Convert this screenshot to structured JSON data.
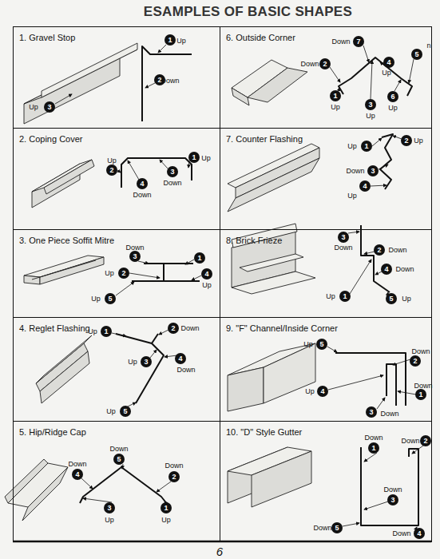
{
  "diagram": {
    "title": "ESAMPLES OF BASIC SHAPES",
    "nodes": [
      {
        "text": [
          "1. Gravel Stop"
        ]
      },
      {
        "text": [
          "2. Coping Cover"
        ]
      },
      {
        "text": [
          "3. One Piece Soffit Mitre"
        ]
      },
      {
        "text": [
          "4. Reglet Flashing"
        ]
      },
      {
        "text": [
          "5. Hip/Ridge Cap"
        ]
      },
      {
        "text": [
          "6. Outside Corner"
        ]
      },
      {
        "text": [
          "7. Counter Flashing"
        ]
      },
      {
        "text": [
          "8. Brick Frieze"
        ]
      },
      {
        "text": [
          "9. \"F\" Channel/Inside Corner"
        ]
      },
      {
        "text": [
          "10. \"D\" Style Gutter"
        ]
      },
      {
        "text": [
          "1"
        ],
        "in": 0
      },
      {
        "text": [
          "2"
        ],
        "in": 0
      },
      {
        "text": [
          "3"
        ],
        "in": 0
      },
      {
        "text": [
          "1"
        ],
        "in": 1
      },
      {
        "text": [
          "2"
        ],
        "in": 1
      },
      {
        "text": [
          "3"
        ],
        "in": 1
      },
      {
        "text": [
          "4"
        ],
        "in": 1
      },
      {
        "text": [
          "1"
        ],
        "in": 2
      },
      {
        "text": [
          "2"
        ],
        "in": 2
      },
      {
        "text": [
          "3"
        ],
        "in": 2
      },
      {
        "text": [
          "4"
        ],
        "in": 2
      },
      {
        "text": [
          "5"
        ],
        "in": 2
      },
      {
        "text": [
          "1"
        ],
        "in": 3
      },
      {
        "text": [
          "2"
        ],
        "in": 3
      },
      {
        "text": [
          "3"
        ],
        "in": 3
      },
      {
        "text": [
          "4"
        ],
        "in": 3
      },
      {
        "text": [
          "5"
        ],
        "in": 3
      },
      {
        "text": [
          "1"
        ],
        "in": 4
      },
      {
        "text": [
          "2"
        ],
        "in": 4
      },
      {
        "text": [
          "3"
        ],
        "in": 4
      },
      {
        "text": [
          "4"
        ],
        "in": 4
      },
      {
        "text": [
          "5"
        ],
        "in": 4
      },
      {
        "text": [
          "1"
        ],
        "in": 5
      },
      {
        "text": [
          "2"
        ],
        "in": 5
      },
      {
        "text": [
          "3"
        ],
        "in": 5
      },
      {
        "text": [
          "4"
        ],
        "in": 5
      },
      {
        "text": [
          "5"
        ],
        "in": 5
      },
      {
        "text": [
          "6"
        ],
        "in": 5
      },
      {
        "text": [
          "7"
        ],
        "in": 5
      },
      {
        "text": [
          "1"
        ],
        "in": 6
      },
      {
        "text": [
          "2"
        ],
        "in": 6
      },
      {
        "text": [
          "3"
        ],
        "in": 6
      },
      {
        "text": [
          "4"
        ],
        "in": 6
      },
      {
        "text": [
          "1"
        ],
        "in": 7
      },
      {
        "text": [
          "2"
        ],
        "in": 7
      },
      {
        "text": [
          "3"
        ],
        "in": 7
      },
      {
        "text": [
          "4"
        ],
        "in": 7
      },
      {
        "text": [
          "5"
        ],
        "in": 7
      },
      {
        "text": [
          "1"
        ],
        "in": 8
      },
      {
        "text": [
          "2"
        ],
        "in": 8
      },
      {
        "text": [
          "3"
        ],
        "in": 8
      },
      {
        "text": [
          "4"
        ],
        "in": 8
      },
      {
        "text": [
          "5"
        ],
        "in": 8
      },
      {
        "text": [
          "1"
        ],
        "in": 9
      },
      {
        "text": [
          "2"
        ],
        "in": 9
      },
      {
        "text": [
          "3"
        ],
        "in": 9
      },
      {
        "text": [
          "4"
        ],
        "in": 9
      },
      {
        "text": [
          "5"
        ],
        "in": 9
      }
    ],
    "labels": [
      "Up",
      "Down",
      "Up",
      "Up",
      "Up",
      "Down",
      "Down",
      "Up",
      "Down",
      "Up",
      "Up",
      "Up",
      "Down",
      "Up",
      "Down",
      "Up",
      "Up",
      "Down",
      "Up",
      "Down",
      "Down",
      "Up",
      "Down",
      "Up",
      "Up",
      "Up",
      "Down",
      "n",
      "Up",
      "Up",
      "Down",
      "Up",
      "Up",
      "Down",
      "Down",
      "Down",
      "Up",
      "Down",
      "Down",
      "Down",
      "Up",
      "Up",
      "Down",
      "Down",
      "Down",
      "Down",
      "Down",
      "6"
    ]
  }
}
